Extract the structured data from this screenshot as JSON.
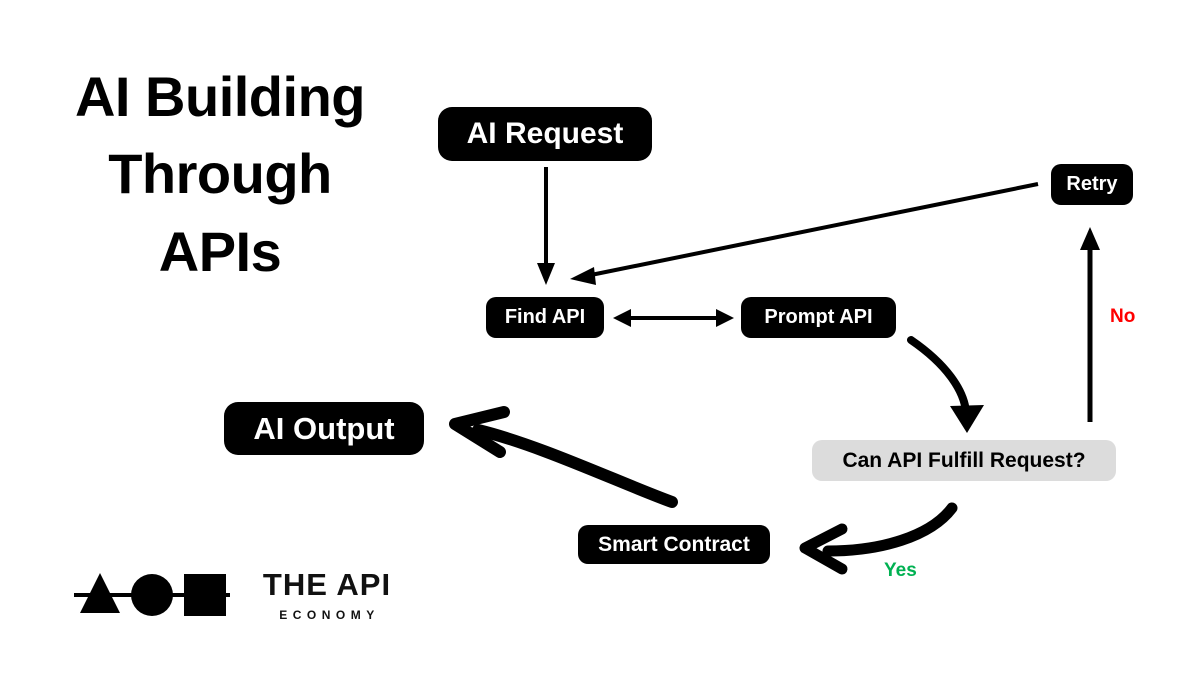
{
  "title": {
    "lines": [
      "AI Building",
      "Through",
      "APIs"
    ]
  },
  "nodes": {
    "ai_request": {
      "label": "AI Request",
      "style": "dark"
    },
    "find_api": {
      "label": "Find API",
      "style": "dark"
    },
    "prompt_api": {
      "label": "Prompt API",
      "style": "dark"
    },
    "retry": {
      "label": "Retry",
      "style": "dark"
    },
    "decision": {
      "label": "Can API Fulfill Request?",
      "style": "gray"
    },
    "ai_output": {
      "label": "AI Output",
      "style": "dark"
    },
    "smart_contract": {
      "label": "Smart Contract",
      "style": "dark"
    }
  },
  "edge_labels": {
    "no": "No",
    "yes": "Yes"
  },
  "colors": {
    "node_dark_bg": "#000000",
    "node_dark_text": "#ffffff",
    "node_gray_bg": "#dcdcdc",
    "node_gray_text": "#000000",
    "arrow": "#000000",
    "no_label": "#ff0000",
    "yes_label": "#00b152",
    "background": "#ffffff"
  },
  "logo": {
    "title": "THE API",
    "subtitle": "ECONOMY",
    "shapes": [
      "triangle",
      "circle",
      "square"
    ]
  }
}
